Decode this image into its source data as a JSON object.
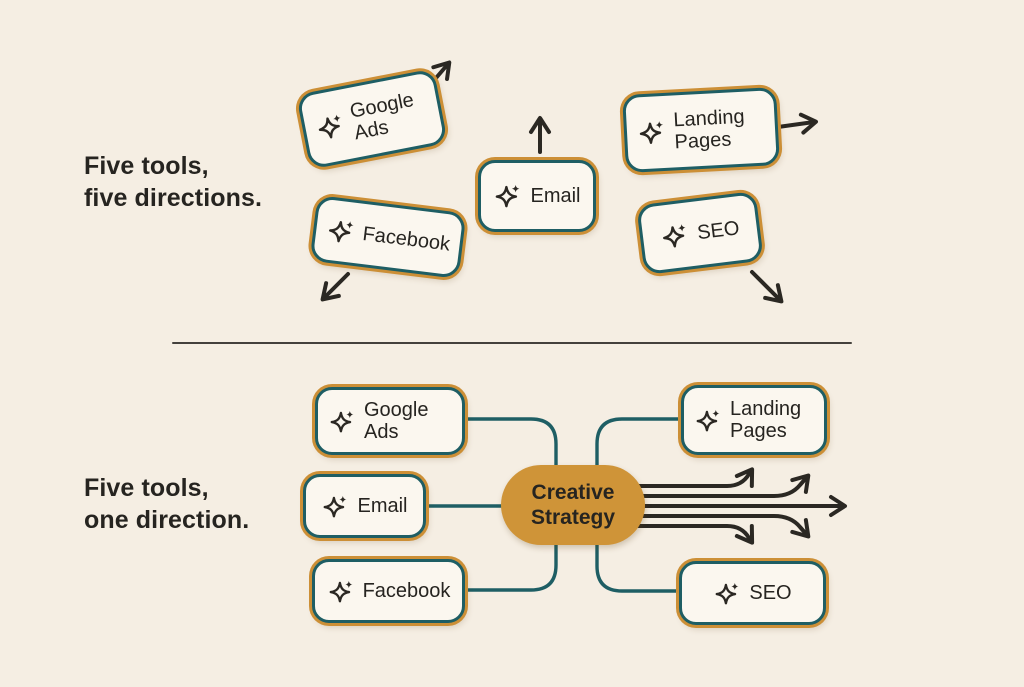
{
  "palette": {
    "bg": "#f5eee3",
    "boxfill": "#fbf7ef",
    "teal": "#1e5e64",
    "orange": "#cc8f36",
    "pill": "#cf9438",
    "ink": "#2b2823",
    "heading": "#262420",
    "divider": "#44413c"
  },
  "top_section": {
    "heading": {
      "line1": "Five tools,",
      "line2": "five directions."
    },
    "tools": [
      {
        "label": "Google Ads",
        "icon": "sparkle-icon",
        "arrow_direction": "up-right"
      },
      {
        "label": "Facebook",
        "icon": "sparkle-icon",
        "arrow_direction": "down-left"
      },
      {
        "label": "Email",
        "icon": "sparkle-icon",
        "arrow_direction": "up"
      },
      {
        "label": "Landing Pages",
        "icon": "sparkle-icon",
        "arrow_direction": "right"
      },
      {
        "label": "SEO",
        "icon": "sparkle-icon",
        "arrow_direction": "down-right"
      }
    ]
  },
  "bottom_section": {
    "heading": {
      "line1": "Five tools,",
      "line2": "one direction."
    },
    "center": {
      "line1": "Creative",
      "line2": "Strategy"
    },
    "tools": [
      {
        "label": "Google Ads",
        "icon": "sparkle-icon"
      },
      {
        "label": "Email",
        "icon": "sparkle-icon"
      },
      {
        "label": "Facebook",
        "icon": "sparkle-icon"
      },
      {
        "label": "Landing Pages",
        "icon": "sparkle-icon"
      },
      {
        "label": "SEO",
        "icon": "sparkle-icon"
      }
    ],
    "output_arrows": [
      "up-right-short",
      "up-right-long",
      "right",
      "down-right-long",
      "down-right-short"
    ]
  }
}
